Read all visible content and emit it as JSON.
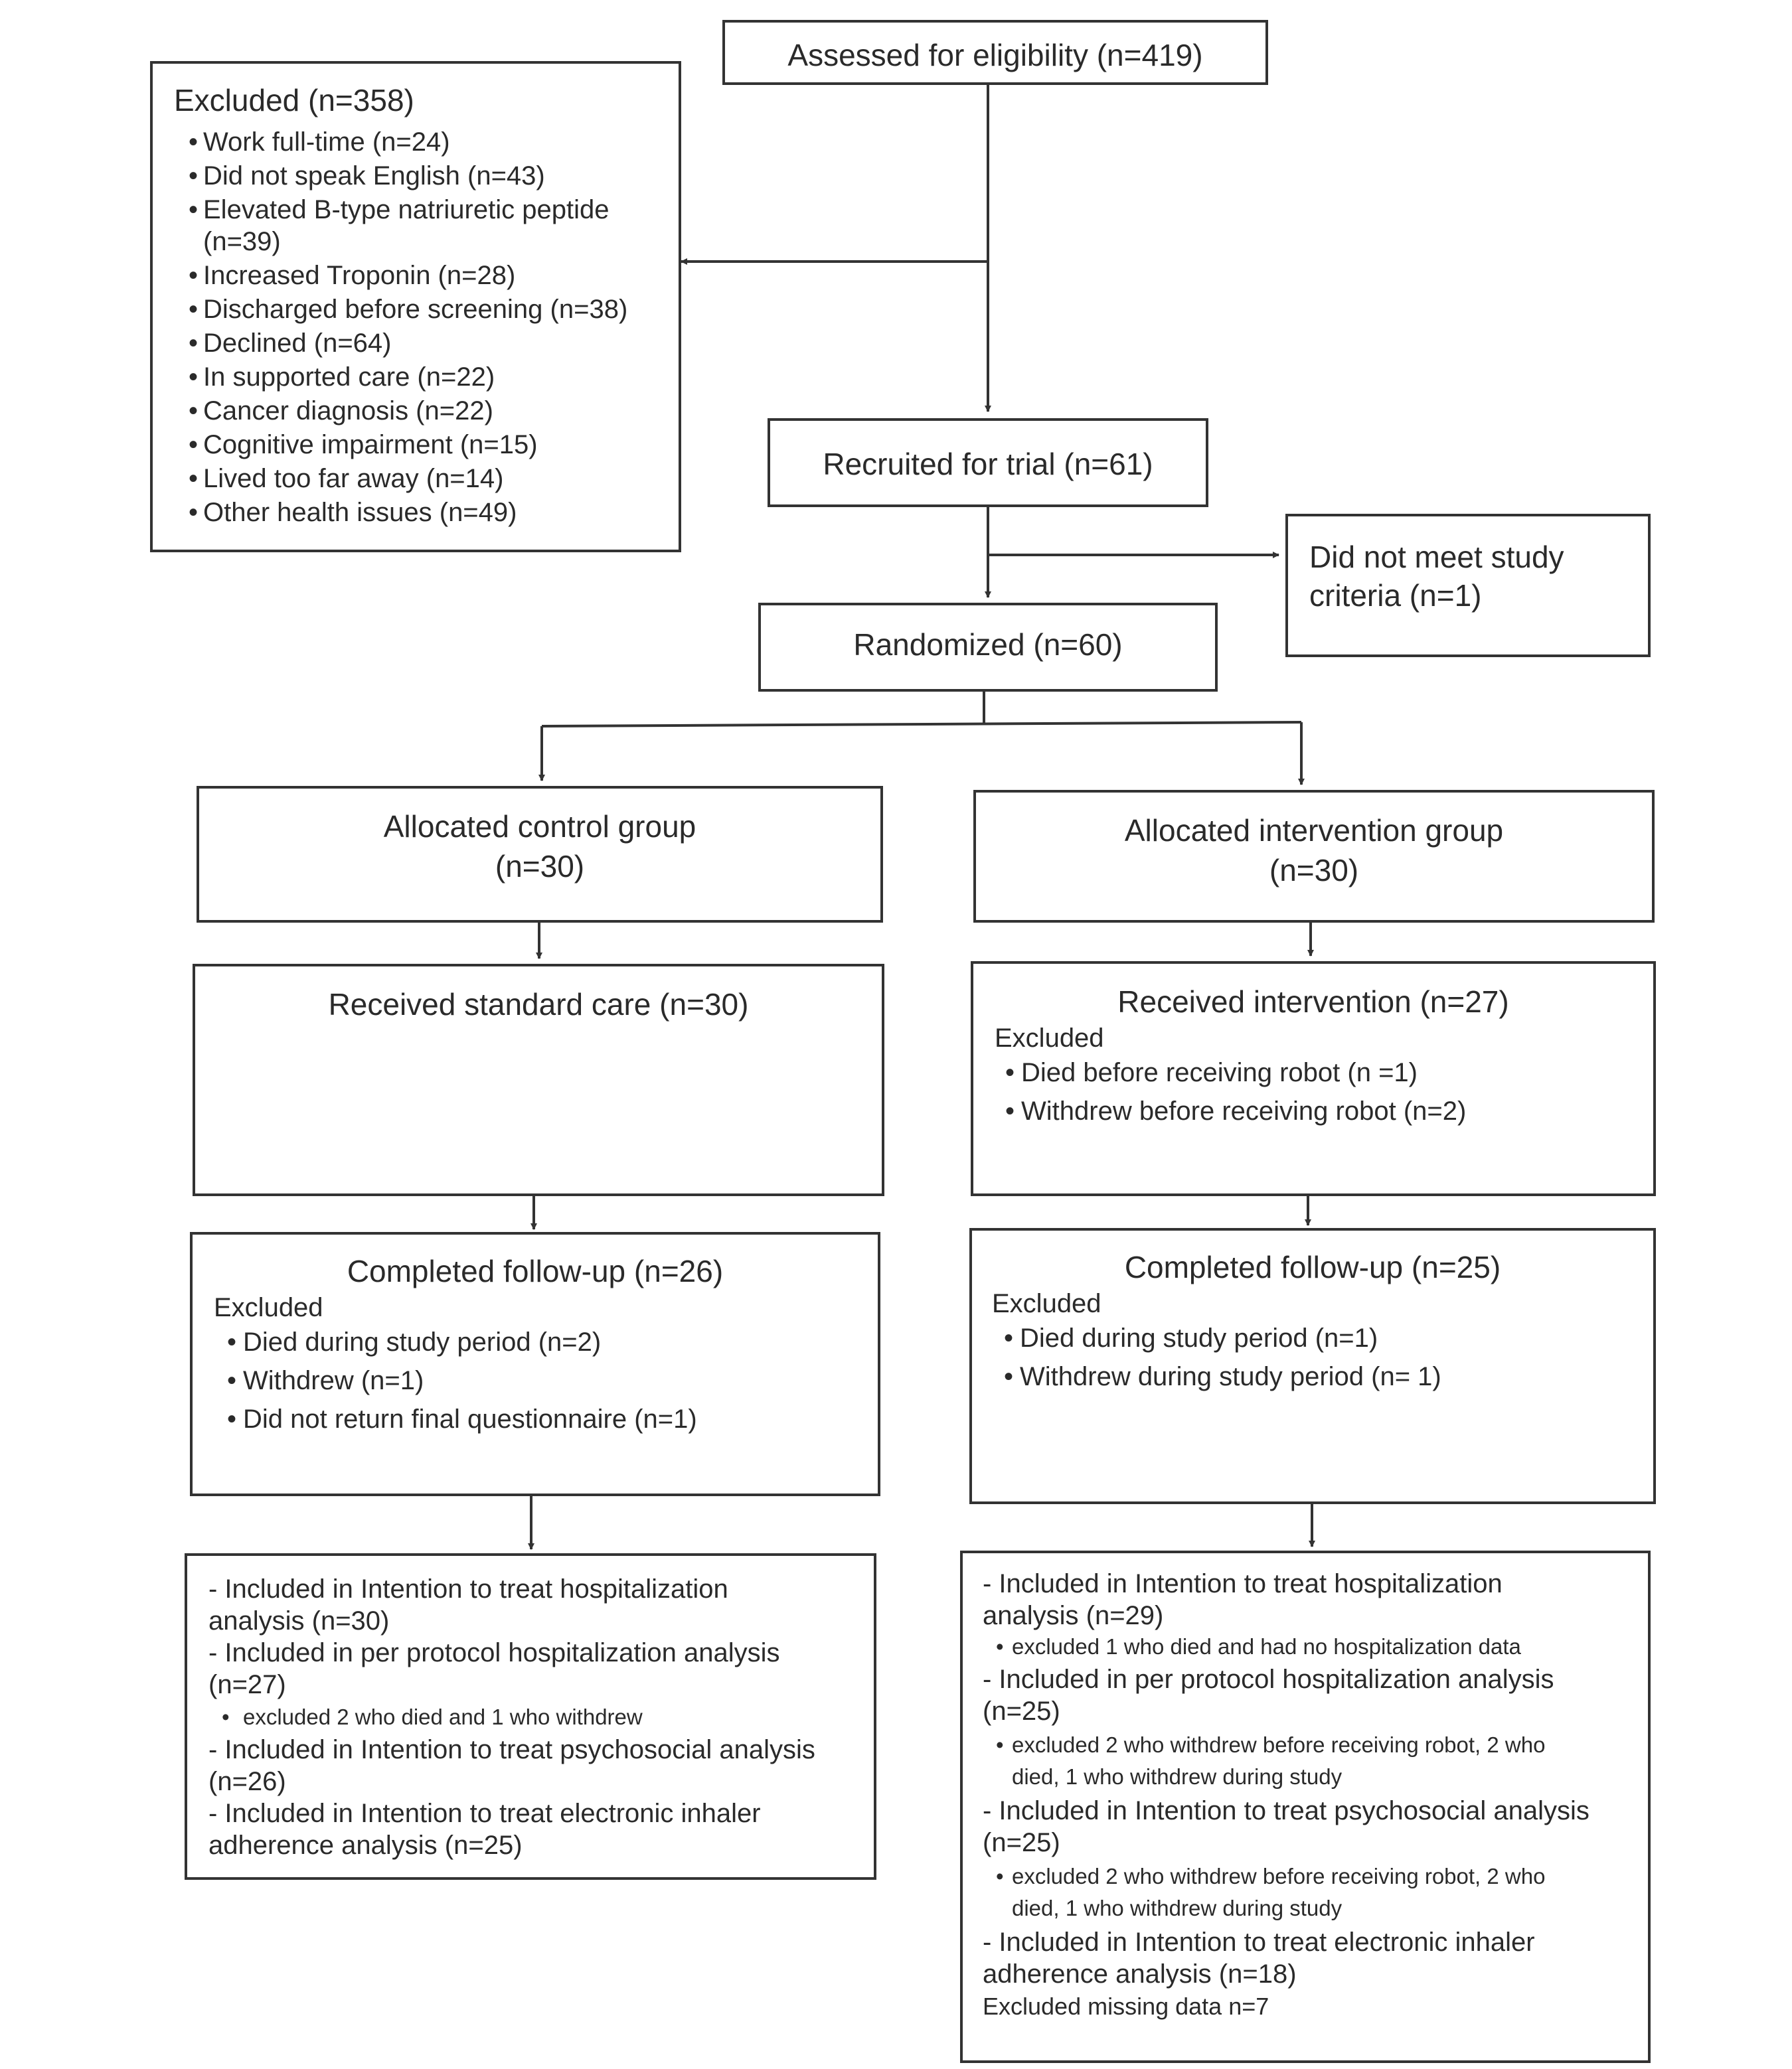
{
  "assessed": {
    "label": "Assessed for eligibility (n=419)"
  },
  "excluded": {
    "title": "Excluded (n=358)",
    "bullet": "•",
    "items": [
      "Work full-time (n=24)",
      "Did not speak English (n=43)",
      "Elevated B-type natriuretic peptide",
      "(n=39)",
      "Increased Troponin (n=28)",
      "Discharged before screening (n=38)",
      "Declined (n=64)",
      "In supported care (n=22)",
      "Cancer diagnosis (n=22)",
      "Cognitive impairment (n=15)",
      "Lived too far away (n=14)",
      "Other health issues (n=49)"
    ]
  },
  "recruited": {
    "label": "Recruited for trial (n=61)"
  },
  "not_meet": {
    "line1": "Did not meet study",
    "line2": "criteria (n=1)"
  },
  "randomized": {
    "label": "Randomized (n=60)"
  },
  "control_alloc": {
    "line1": "Allocated control group",
    "line2": "(n=30)"
  },
  "intervention_alloc": {
    "line1": "Allocated intervention group",
    "line2": "(n=30)"
  },
  "standard_care": {
    "label": "Received standard care (n=30)"
  },
  "received_intervention": {
    "title": "Received intervention (n=27)",
    "excluded_label": "Excluded",
    "items": [
      "Died before receiving robot (n =1)",
      "Withdrew before receiving robot (n=2)"
    ]
  },
  "control_followup": {
    "title": "Completed follow-up (n=26)",
    "excluded_label": "Excluded",
    "items": [
      "Died during study period (n=2)",
      "Withdrew (n=1)",
      "Did not return final questionnaire (n=1)"
    ]
  },
  "intervention_followup": {
    "title": "Completed follow-up (n=25)",
    "excluded_label": "Excluded",
    "items": [
      "Died during study period (n=1)",
      "Withdrew during study period (n= 1)"
    ]
  },
  "control_analysis": {
    "lines": [
      "- Included in Intention to treat hospitalization",
      "analysis (n=30)",
      "- Included in per protocol hospitalization analysis",
      "(n=27)",
      "excluded 2 who died and 1 who withdrew",
      "- Included in Intention to treat psychosocial analysis",
      "(n=26)",
      "- Included in Intention to treat electronic inhaler",
      "adherence analysis (n=25)"
    ]
  },
  "intervention_analysis": {
    "lines": [
      "- Included in Intention to treat hospitalization",
      "analysis (n=29)",
      "excluded 1 who died and had no hospitalization data",
      "- Included in per protocol hospitalization analysis",
      "(n=25)",
      "excluded 2 who withdrew before receiving robot, 2 who",
      "died, 1 who withdrew during study",
      "- Included in Intention to treat psychosocial analysis",
      "(n=25)",
      "excluded 2 who withdrew before receiving robot, 2 who",
      "died, 1 who withdrew during study",
      "- Included in Intention to treat electronic inhaler",
      "adherence analysis (n=18)",
      "Excluded missing data n=7"
    ]
  }
}
